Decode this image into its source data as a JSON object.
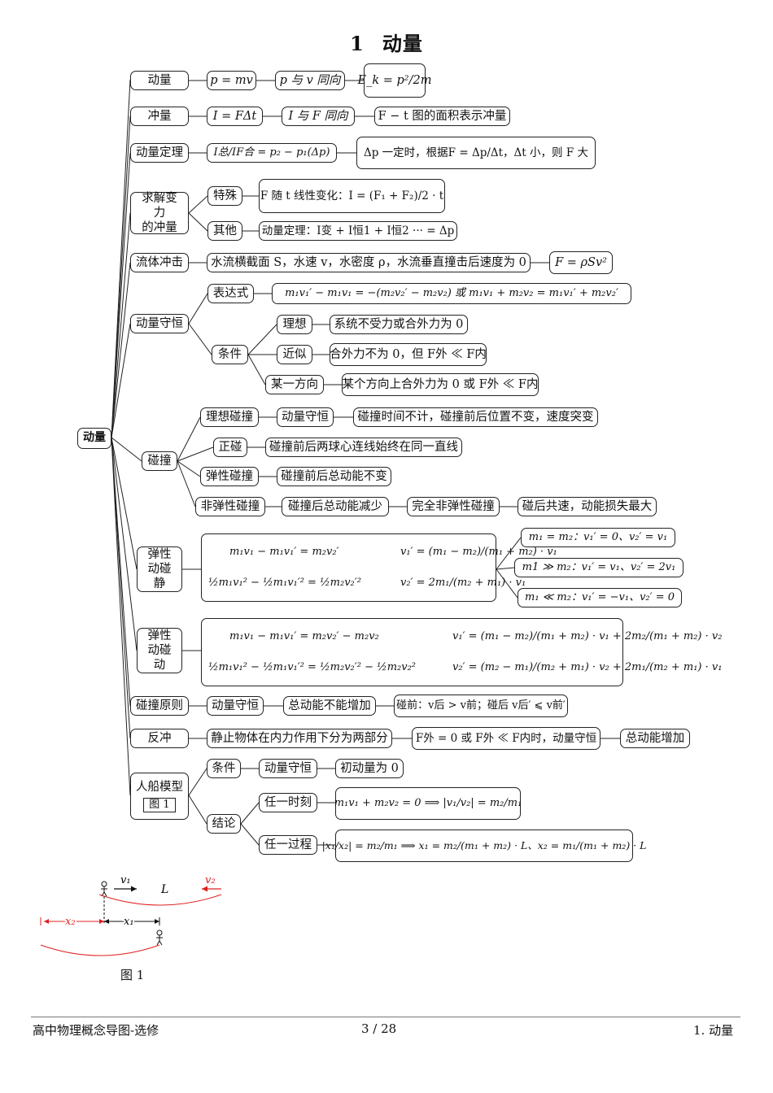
{
  "page": {
    "title_num": "1",
    "title": "动量",
    "footer_left": "高中物理概念导图-选修",
    "footer_center": "3 / 28",
    "footer_right": "1. 动量"
  },
  "root": "动量",
  "nodes": {
    "b1": "动量",
    "b1a": "p = mv",
    "b1b": "p 与 v 同向",
    "b1c": "E_k = p²/2m",
    "b2": "冲量",
    "b2a": "I = FΔt",
    "b2b": "I 与 F 同向",
    "b2c": "F − t 图的面积表示冲量",
    "b3": "动量定理",
    "b3a": "I总/IF合 = p₂ − p₁(Δp)",
    "b3b": "Δp 一定时，根据F = Δp/Δt，Δt 小，则 F 大",
    "b4": "求解变力\n的冲量",
    "b4a": "特殊",
    "b4a1": "F 随 t 线性变化：I = (F₁ + F₂)/2 · t",
    "b4b": "其他",
    "b4b1": "动量定理：I变 + I恒1 + I恒2 ··· = Δp",
    "b5": "流体冲击",
    "b5a": "水流横截面 S，水速 v，水密度 ρ，水流垂直撞击后速度为 0",
    "b5b": "F = ρSv²",
    "b6": "动量守恒",
    "b6a": "表达式",
    "b6a1": "m₁v₁′ − m₁v₁ = −(m₂v₂′ − m₂v₂) 或 m₁v₁ + m₂v₂ = m₁v₁′ + m₂v₂′",
    "b6b": "条件",
    "b6b1": "理想",
    "b6b1a": "系统不受力或合外力为 0",
    "b6b2": "近似",
    "b6b2a": "合外力不为 0，但 F外 ≪ F内",
    "b6b3": "某一方向",
    "b6b3a": "某个方向上合外力为 0 或 F外 ≪ F内",
    "b7": "碰撞",
    "b7a": "理想碰撞",
    "b7a1": "动量守恒",
    "b7a2": "碰撞时间不计，碰撞前后位置不变，速度突变",
    "b7b": "正碰",
    "b7b1": "碰撞前后两球心连线始终在同一直线",
    "b7c": "弹性碰撞",
    "b7c1": "碰撞前后总动能不变",
    "b7d": "非弹性碰撞",
    "b7d1": "碰撞后总动能减少",
    "b7d2": "完全非弹性碰撞",
    "b7d3": "碰后共速，动能损失最大",
    "b8": "弹性\n动碰静",
    "b8eq1": "m₁v₁ − m₁v₁′ = m₂v₂′",
    "b8eq2": "½m₁v₁² − ½m₁v₁′² = ½m₂v₂′²",
    "b8r1": "v₁′ = (m₁ − m₂)/(m₁ + m₂) · v₁",
    "b8r2": "v₂′ = 2m₁/(m₂ + m₁) · v₁",
    "b8c1": "m₁ = m₂：v₁′ = 0、v₂′ = v₁",
    "b8c2": "m1 ≫ m₂：v₁′ = v₁、v₂′ = 2v₁",
    "b8c3": "m₁ ≪ m₂：v₁′ = −v₁、v₂′ = 0",
    "b9": "弹性\n动碰动",
    "b9eq1": "m₁v₁ − m₁v₁′ = m₂v₂′ − m₂v₂",
    "b9eq2": "½m₁v₁² − ½m₁v₁′² = ½m₂v₂′² − ½m₂v₂²",
    "b9r1": "v₁′ = (m₁ − m₂)/(m₁ + m₂) · v₁ + 2m₂/(m₁ + m₂) · v₂",
    "b9r2": "v₂′ = (m₂ − m₁)/(m₂ + m₁) · v₂ + 2m₁/(m₂ + m₁) · v₁",
    "b10": "碰撞原则",
    "b10a": "动量守恒",
    "b10b": "总动能不能增加",
    "b10c": "碰前：v后 > v前；碰后 v后′ ⩽ v前′",
    "b11": "反冲",
    "b11a": "静止物体在内力作用下分为两部分",
    "b11b": "F外 = 0 或 F外 ≪ F内时，动量守恒",
    "b11c": "总动能增加",
    "b12": "人船模型",
    "b12box": "图 1",
    "b12a": "条件",
    "b12a1": "动量守恒",
    "b12a2": "初动量为 0",
    "b12b": "结论",
    "b12b1": "任一时刻",
    "b12b1a": "m₁v₁ + m₂v₂ = 0 ⟹ |v₁/v₂| = m₂/m₁",
    "b12b2": "任一过程",
    "b12b2a": "|x₁/x₂| = m₂/m₁ ⟹ x₁ = m₂/(m₁ + m₂) · L、x₂ = m₁/(m₁ + m₂) · L"
  },
  "figure": {
    "v1": "v₁",
    "v2": "v₂",
    "L": "L",
    "x1": "x₁",
    "x2": "x₂",
    "caption": "图 1",
    "colors": {
      "red": "#e02020",
      "black": "#111111"
    }
  }
}
